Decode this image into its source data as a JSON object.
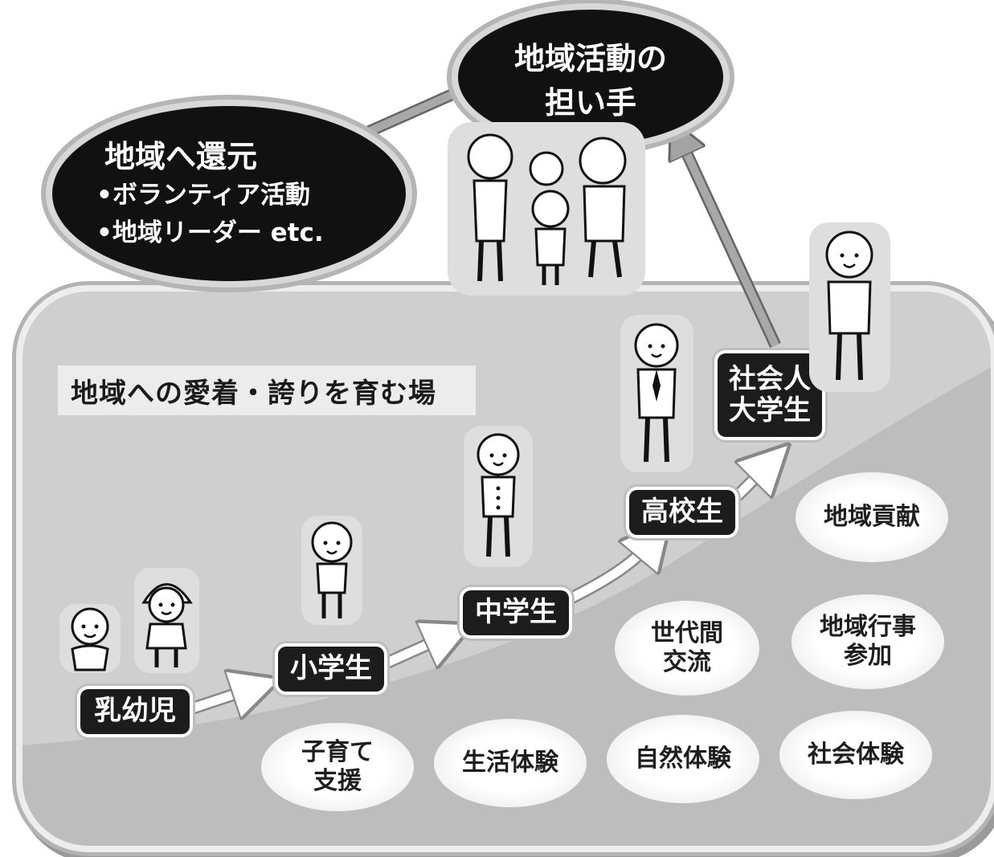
{
  "region": {
    "title": "地域への愛着・誇りを育む場"
  },
  "stages": [
    {
      "id": "infant",
      "lines": [
        "乳幼児"
      ]
    },
    {
      "id": "elementary",
      "lines": [
        "小学生"
      ]
    },
    {
      "id": "junior-high",
      "lines": [
        "中学生"
      ]
    },
    {
      "id": "high-school",
      "lines": [
        "高校生"
      ]
    },
    {
      "id": "adult-university",
      "lines": [
        "社会人",
        "大学生"
      ]
    }
  ],
  "activities": [
    {
      "id": "childcare-support",
      "lines": [
        "子育て",
        "支援"
      ]
    },
    {
      "id": "life-experience",
      "lines": [
        "生活体験"
      ]
    },
    {
      "id": "nature-experience",
      "lines": [
        "自然体験"
      ]
    },
    {
      "id": "social-experience",
      "lines": [
        "社会体験"
      ]
    },
    {
      "id": "intergenerational-exchange",
      "lines": [
        "世代間",
        "交流"
      ]
    },
    {
      "id": "community-event-participation",
      "lines": [
        "地域行事",
        "参加"
      ]
    },
    {
      "id": "community-contribution",
      "lines": [
        "地域貢献"
      ]
    }
  ],
  "leaders_bubble": {
    "lines": [
      "地域活動の",
      "担い手"
    ]
  },
  "return_bubble": {
    "title": "地域へ還元",
    "items": [
      "•ボランティア活動",
      "•地域リーダー etc."
    ]
  },
  "colors": {
    "bubble": "#111111",
    "label_bg": "#1c1c1c",
    "region_fill": "#cfcfcf",
    "arrow_white": "#ffffff",
    "arrow_gray": "#9e9e9e"
  }
}
